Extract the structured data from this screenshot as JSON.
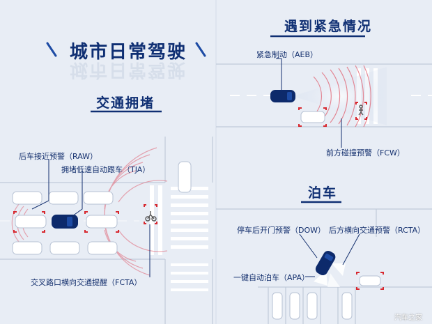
{
  "titles": {
    "main": "城市日常驾驶",
    "traffic_jam": "交通拥堵",
    "emergency": "遇到紧急情况",
    "parking": "泊车"
  },
  "features": {
    "raw": "后车接近预警（RAW）",
    "tja": "拥堵低速自动跟车（TJA）",
    "fcta": "交叉路口横向交通提醒（FCTA）",
    "aeb": "紧急制动（AEB）",
    "fcw": "前方碰撞预警（FCW）",
    "dow": "停车后开门预警（DOW）",
    "rcta": "后方横向交通预警（RCTA）",
    "apa": "一键自动泊车（APA）"
  },
  "watermark": "汽车之家",
  "colors": {
    "background": "#e8edf5",
    "title_blue": "#0f2f73",
    "own_car": "#0d2a6b",
    "radar_red": "#e05060",
    "alert_red": "#d7282f"
  }
}
